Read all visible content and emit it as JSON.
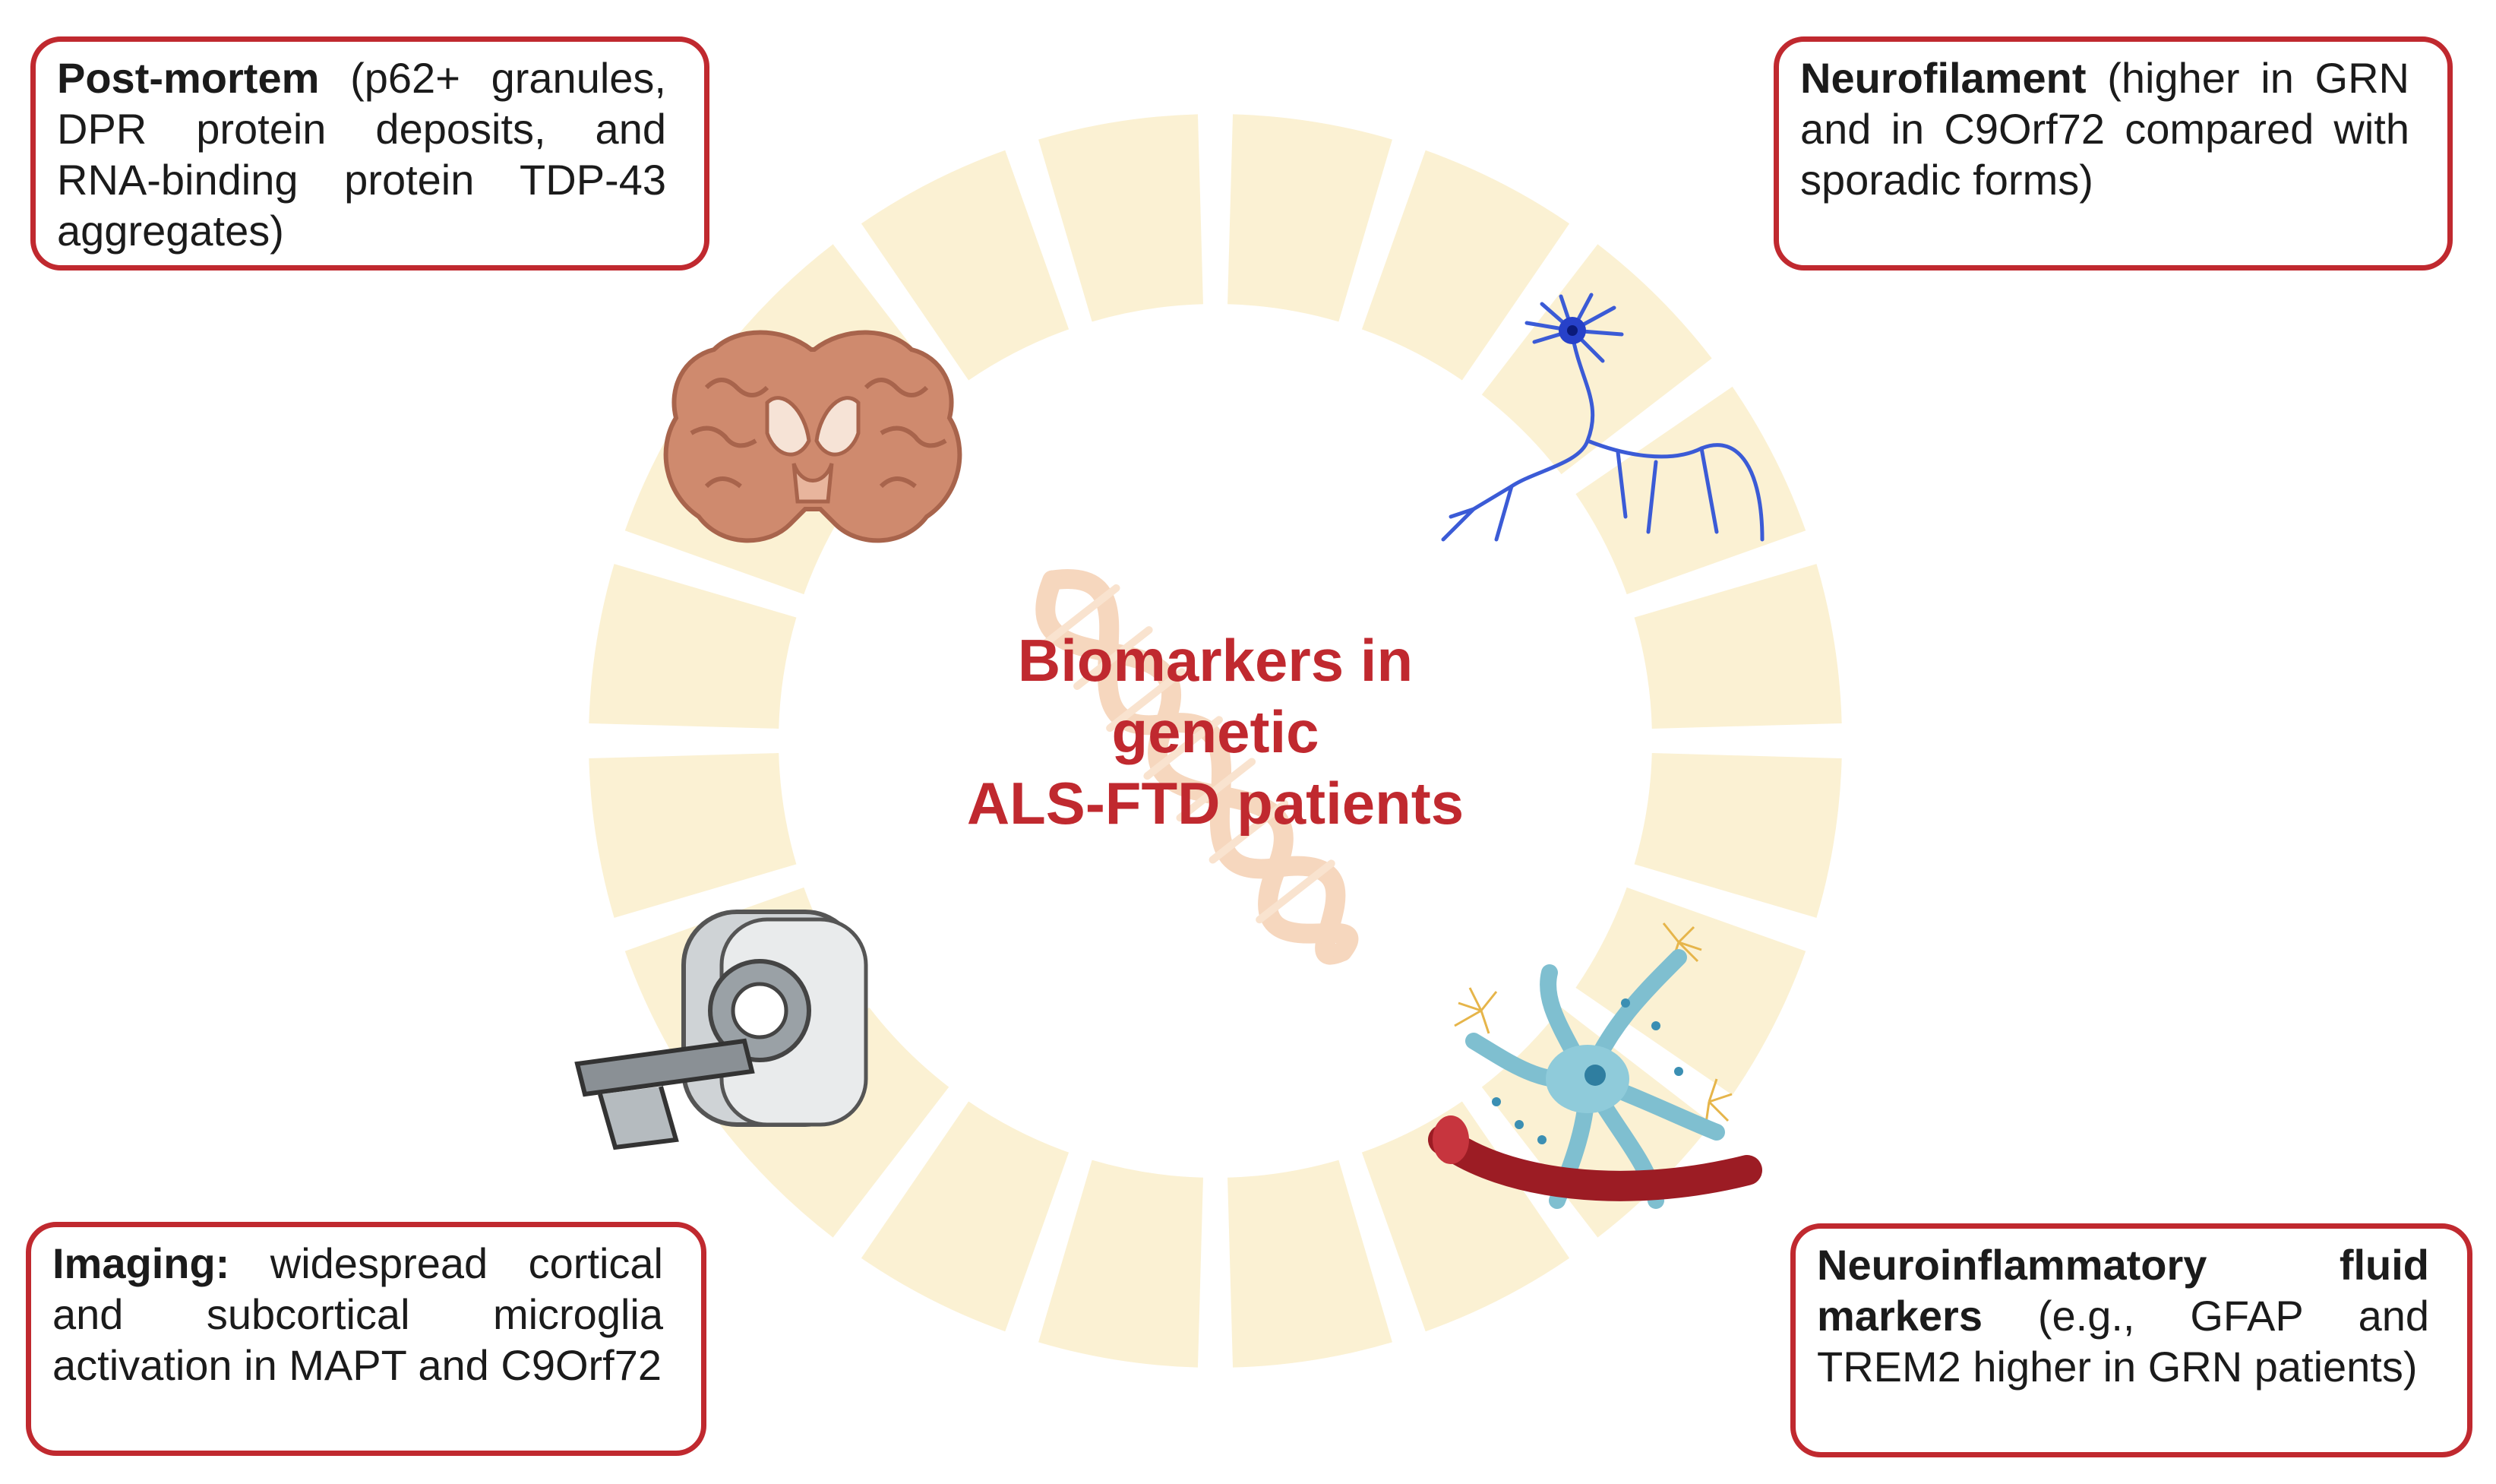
{
  "center_title": [
    "Biomarkers in",
    "genetic",
    "ALS-FTD patients"
  ],
  "boxes": {
    "post_mortem": {
      "heading": "Post-mortem",
      "text": " (p62+ granules, DPR protein deposits, and RNA-binding protein TDP-43 aggregates)"
    },
    "neurofilament": {
      "heading": "Neurofilament",
      "text": " (higher in GRN and in C9Orf72 compared with sporadic forms)"
    },
    "imaging": {
      "heading": "Imaging:",
      "text": " widespread cortical and subcortical microglia activation in MAPT and C9Orf72"
    },
    "neuroinflammatory": {
      "heading": "Neuroinflammatory fluid markers",
      "text": " (e.g., GFAP and TREM2 higher in GRN patients)"
    }
  },
  "icons": [
    "brain-icon",
    "neuron-icon",
    "mri-scanner-icon",
    "neuroinflammation-icon",
    "dna-helix-icon"
  ],
  "colors": {
    "accent": "#c0292f",
    "ring": "#fbf1d3",
    "dna": "#f7dcc4",
    "brain": "#cf8a6e",
    "neuron": "#3b5bd6",
    "glia": "#7fbfd0",
    "vessel": "#9c1c24"
  }
}
